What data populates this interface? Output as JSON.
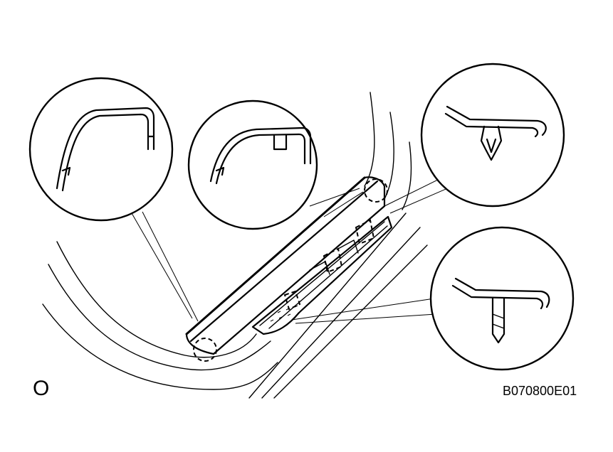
{
  "diagram": {
    "orientation_mark": "O",
    "figure_code": "B070800E01"
  },
  "callouts": [
    {
      "name": "scuff-plate-end-clip-detail"
    },
    {
      "name": "scuff-plate-tab-clip-detail"
    },
    {
      "name": "scuff-plate-claw-clip-detail"
    },
    {
      "name": "scuff-plate-pin-clip-detail"
    }
  ]
}
